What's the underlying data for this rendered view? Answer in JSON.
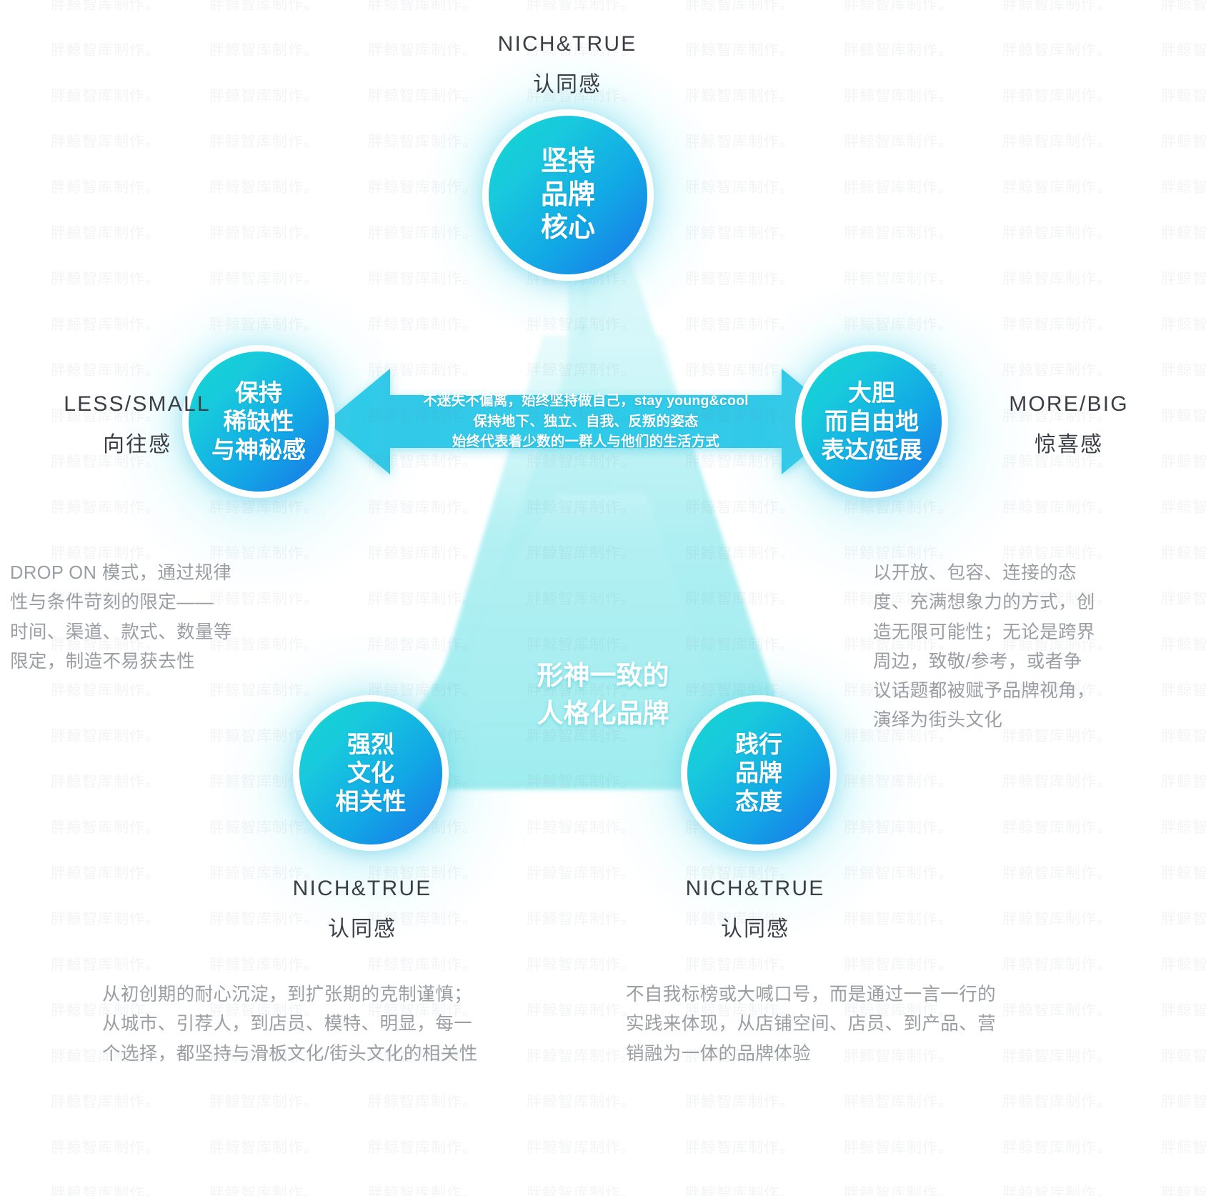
{
  "theme": {
    "accent_cyan": "#16d6d0",
    "accent_blue": "#1a73e8",
    "arrow_fill": "#2ec8e6",
    "triangle_fill": "#b9f0f2",
    "text_gray": "#9a9ea3",
    "label_dark": "#3b3f45"
  },
  "corners": {
    "top": {
      "en": "NICH&TRUE",
      "cn": "认同感"
    },
    "left": {
      "en": "LESS/SMALL",
      "cn": "向往感"
    },
    "right": {
      "en": "MORE/BIG",
      "cn": "惊喜感"
    },
    "bottom_left": {
      "en": "NICH&TRUE",
      "cn": "认同感"
    },
    "bottom_right": {
      "en": "NICH&TRUE",
      "cn": "认同感"
    }
  },
  "nodes": {
    "core": {
      "label": "坚持\n品牌\n核心"
    },
    "scarcity": {
      "label": "保持\n稀缺性\n与神秘感"
    },
    "express": {
      "label": "大胆\n而自由地\n表达/延展"
    },
    "culture": {
      "label": "强烈\n文化\n相关性"
    },
    "attitude": {
      "label": "践行\n品牌\n态度"
    }
  },
  "arrow": {
    "text": "不迷失不偏离，始终坚持做自己，stay young&cool\n保持地下、独立、自我、反叛的姿态\n始终代表着少数的一群人与他们的生活方式"
  },
  "center": {
    "caption": "形神一致的\n人格化品牌"
  },
  "paragraphs": {
    "left": "DROP ON 模式，通过规律\n性与条件苛刻的限定——\n时间、渠道、款式、数量等\n限定，制造不易获去性",
    "right": "以开放、包容、连接的态\n度、充满想象力的方式，创\n造无限可能性；无论是跨界\n周边，致敬/参考，或者争\n议话题都被赋予品牌视角，\n演绎为街头文化",
    "bottom_left": "从初创期的耐心沉淀，到扩张期的克制谨慎；\n从城市、引荐人，到店员、模特、明显，每一\n个选择，都坚持与滑板文化/街头文化的相关性",
    "bottom_right": "不自我标榜或大喊口号，而是通过一言一行的\n实践来体现，从店铺空间、店员、到产品、营\n销融为一体的品牌体验"
  },
  "watermark": {
    "text": "胖鲸智库制作。"
  }
}
